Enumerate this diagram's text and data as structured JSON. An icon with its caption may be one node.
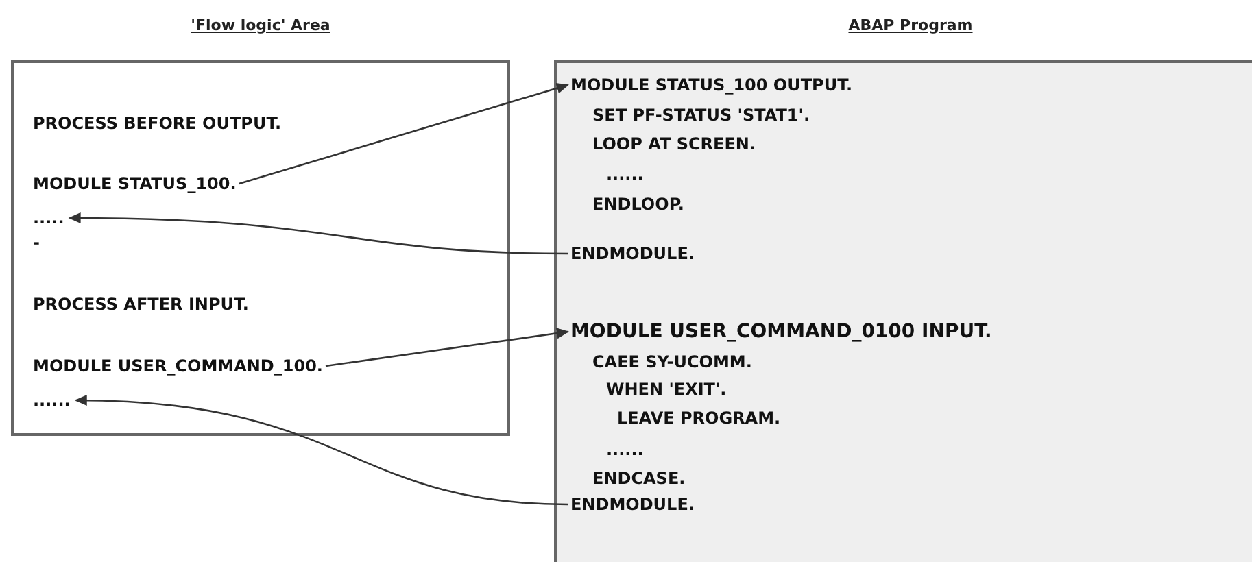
{
  "diagram": {
    "nodes": [
      {
        "text": [
          "'Flow logic' Area"
        ]
      },
      {
        "text": [
          "PROCESS BEFORE OUTPUT."
        ],
        "in": 0
      },
      {
        "text": [
          "MODULE STATUS_100."
        ],
        "in": 0
      },
      {
        "text": [
          "....."
        ],
        "in": 0
      },
      {
        "text": [
          "-"
        ],
        "in": 0
      },
      {
        "text": [
          "PROCESS AFTER INPUT."
        ],
        "in": 0
      },
      {
        "text": [
          "MODULE USER_COMMAND_100."
        ],
        "in": 0
      },
      {
        "text": [
          "......"
        ],
        "in": 0
      },
      {
        "text": [
          "ABAP Program"
        ]
      },
      {
        "text": [
          "MODULE STATUS_100 OUTPUT."
        ],
        "in": 8
      },
      {
        "text": [
          "SET PF-STATUS 'STAT1'."
        ],
        "in": 8
      },
      {
        "text": [
          "LOOP AT SCREEN."
        ],
        "in": 8
      },
      {
        "text": [
          "......"
        ],
        "in": 8
      },
      {
        "text": [
          "ENDLOOP."
        ],
        "in": 8
      },
      {
        "text": [
          "ENDMODULE."
        ],
        "in": 8
      },
      {
        "text": [
          "MODULE USER_COMMAND_0100 INPUT."
        ],
        "in": 8
      },
      {
        "text": [
          "CAEE SY-UCOMM."
        ],
        "in": 8
      },
      {
        "text": [
          "WHEN 'EXIT'."
        ],
        "in": 8
      },
      {
        "text": [
          "LEAVE PROGRAM."
        ],
        "in": 8
      },
      {
        "text": [
          "......"
        ],
        "in": 8
      },
      {
        "text": [
          "ENDCASE."
        ],
        "in": 8
      },
      {
        "text": [
          "ENDMODULE."
        ],
        "in": 8
      }
    ],
    "edges": [
      {
        "from": 2,
        "to": 9,
        "arrow": "to"
      },
      {
        "from": 14,
        "to": 3,
        "arrow": "to"
      },
      {
        "from": 6,
        "to": 15,
        "arrow": "to"
      },
      {
        "from": 21,
        "to": 7,
        "arrow": "to"
      }
    ]
  }
}
